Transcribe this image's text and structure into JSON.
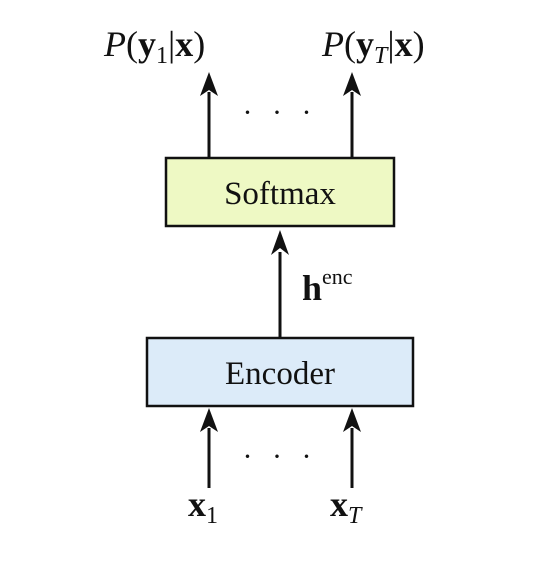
{
  "boxes": {
    "softmax": {
      "label": "Softmax",
      "fill": "#eef9c4"
    },
    "encoder": {
      "label": "Encoder",
      "fill": "#dcebf9"
    }
  },
  "outputs": {
    "first": {
      "p": "P",
      "open": "(",
      "y": "y",
      "sub": "1",
      "bar": "|",
      "x": "x",
      "close": ")"
    },
    "last": {
      "p": "P",
      "open": "(",
      "y": "y",
      "sub": "T",
      "bar": "|",
      "x": "x",
      "close": ")"
    },
    "ellipsis": "· · ·"
  },
  "hidden": {
    "h": "h",
    "sup": "enc"
  },
  "inputs": {
    "first": {
      "x": "x",
      "sub": "1"
    },
    "last": {
      "x": "x",
      "sub": "T"
    },
    "ellipsis": "· · ·"
  },
  "colors": {
    "stroke": "#111111",
    "softmax_fill": "#eef9c4",
    "encoder_fill": "#dcebf9"
  }
}
